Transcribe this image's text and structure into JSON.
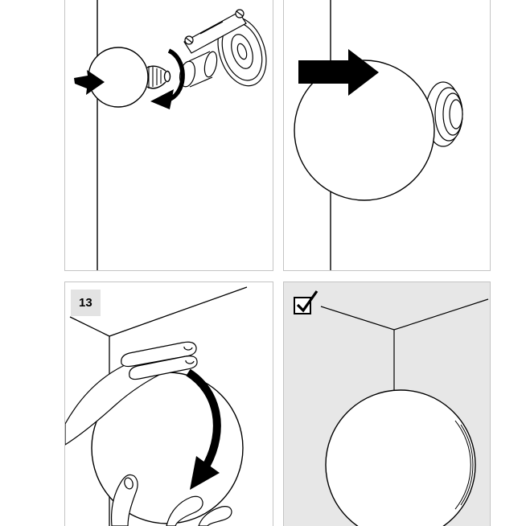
{
  "page": {
    "kind": "assembly-instruction-sheet"
  },
  "steps": {
    "twist_globe": {
      "number": "13"
    }
  },
  "result": {
    "check_glyph": "✔"
  },
  "icons": [
    "push-arrow-icon",
    "rotate-arrow-icon",
    "check-icon",
    "wall-edge-line",
    "globe-shade",
    "bulb-illustration",
    "bulb-socket-illustration",
    "wall-fixture-illustration",
    "upper-hand-illustration",
    "lower-hand-illustration"
  ],
  "colors": {
    "paper": "#ffffff",
    "ink": "#000000",
    "panel_border": "#c4c4c4",
    "result_panel_bg": "#e7e7e7",
    "step_label_bg": "#e3e3e3"
  }
}
